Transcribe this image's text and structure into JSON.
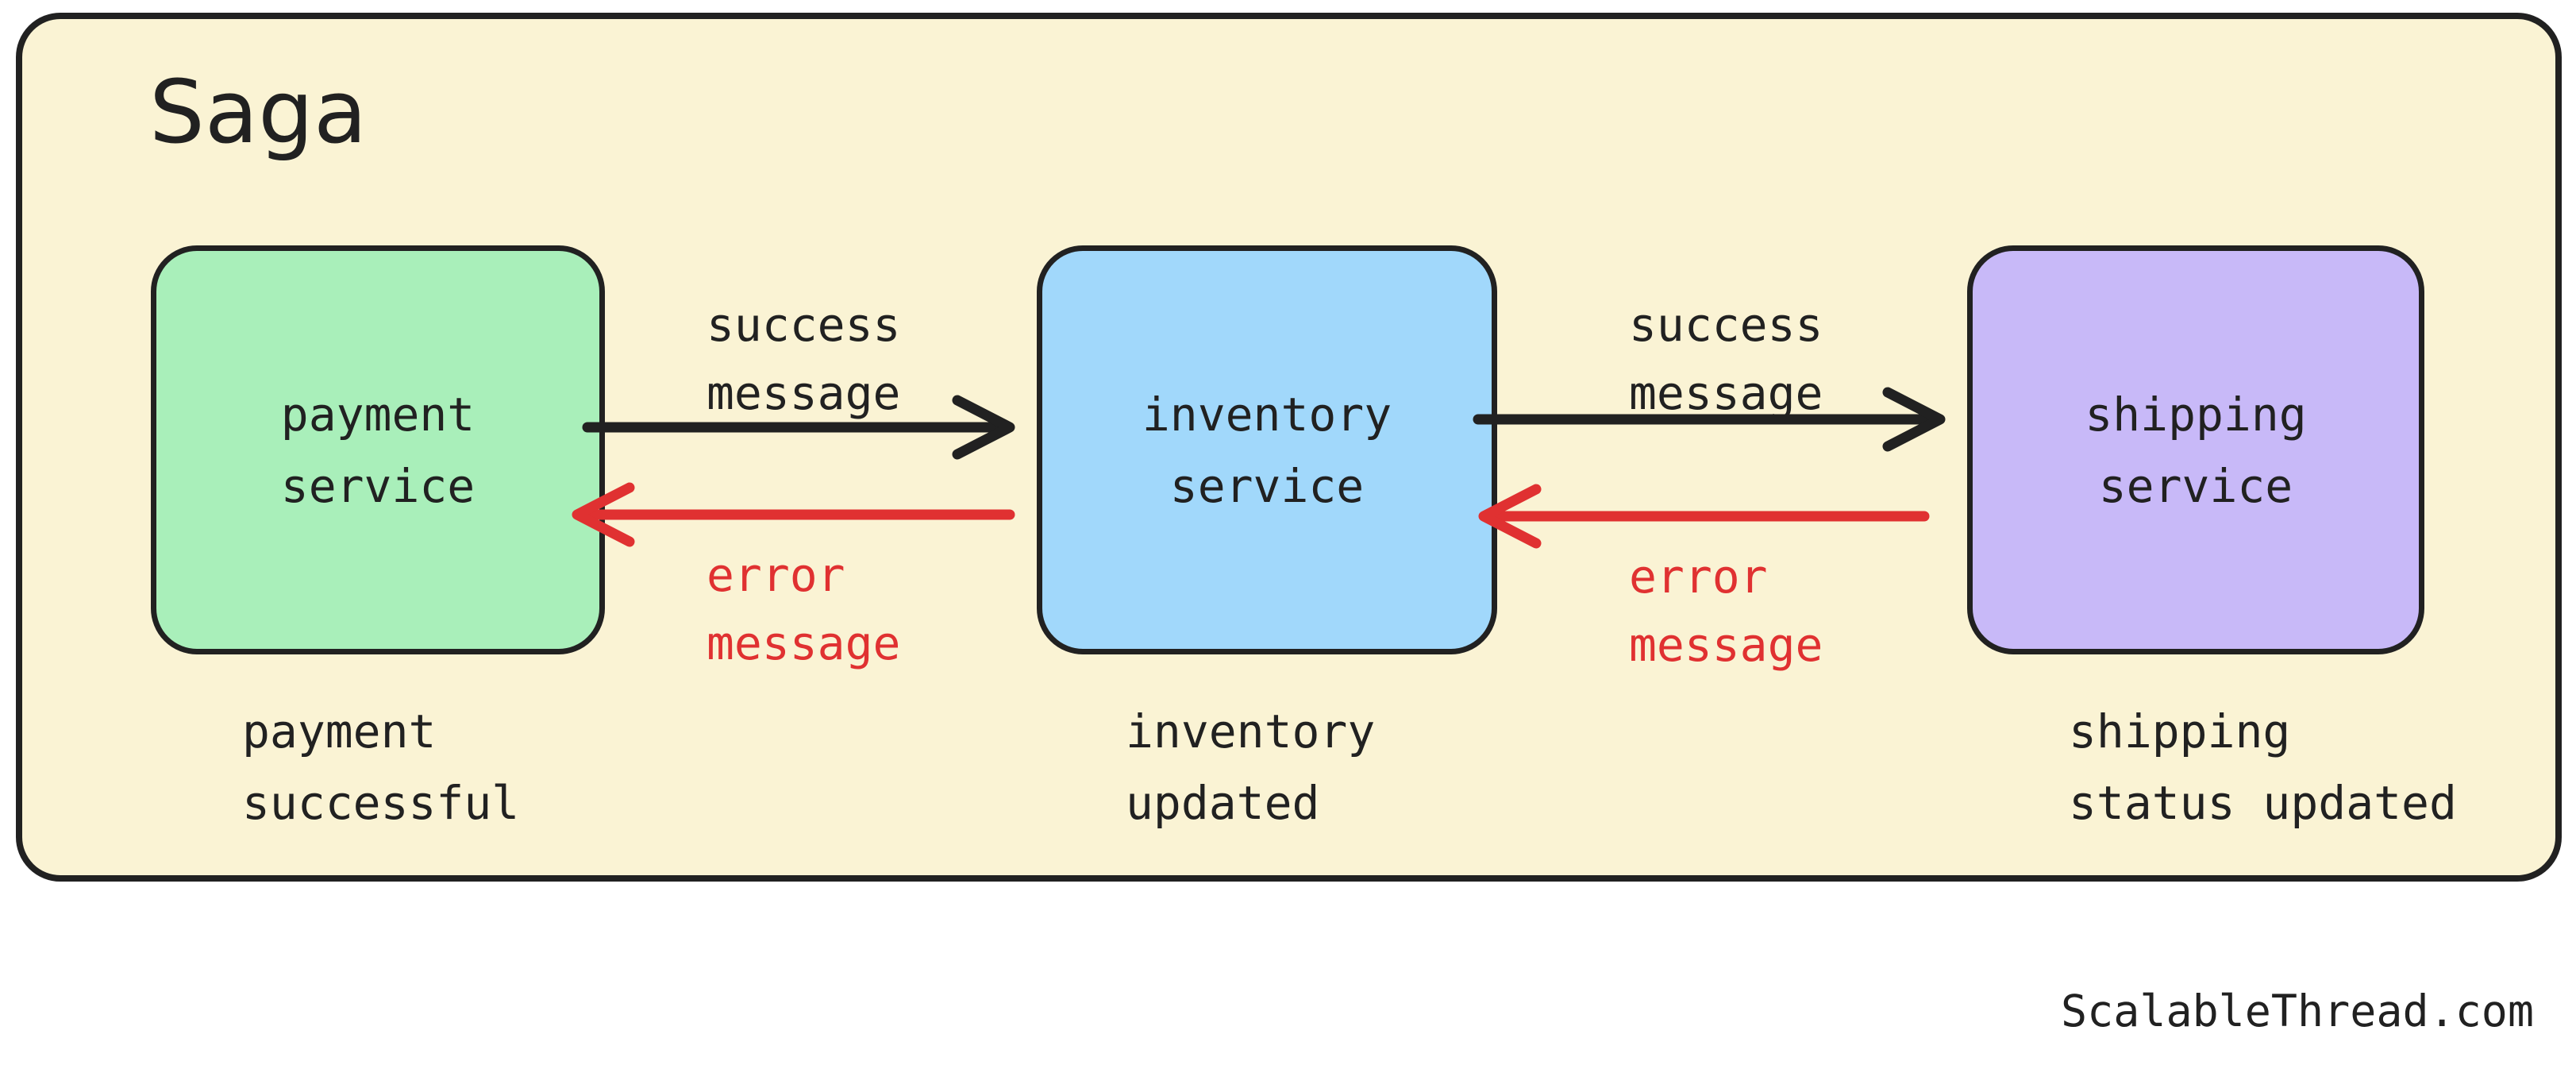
{
  "page": {
    "watermark": "ScalableThread.com",
    "background": "#ffffff"
  },
  "diagram": {
    "title": "Saga",
    "container_bg": "#FAF3D4",
    "border_color": "#212121",
    "colors": {
      "success_arrow": "#212121",
      "error_arrow": "#E03131",
      "text": "#212121"
    },
    "services": [
      {
        "id": "payment",
        "label": "payment\nservice",
        "color": "#A9EFBA",
        "caption": "payment\nsuccessful"
      },
      {
        "id": "inventory",
        "label": "inventory\nservice",
        "color": "#A1D8FB",
        "caption": "inventory\nupdated"
      },
      {
        "id": "shipping",
        "label": "shipping\nservice",
        "color": "#C8B9F8",
        "caption": "shipping\nstatus updated"
      }
    ],
    "flows": [
      {
        "from": "payment service",
        "to": "inventory service",
        "success_label": "success\nmessage",
        "error_label": "error\nmessage"
      },
      {
        "from": "inventory service",
        "to": "shipping service",
        "success_label": "success\nmessage",
        "error_label": "error\nmessage"
      }
    ]
  }
}
